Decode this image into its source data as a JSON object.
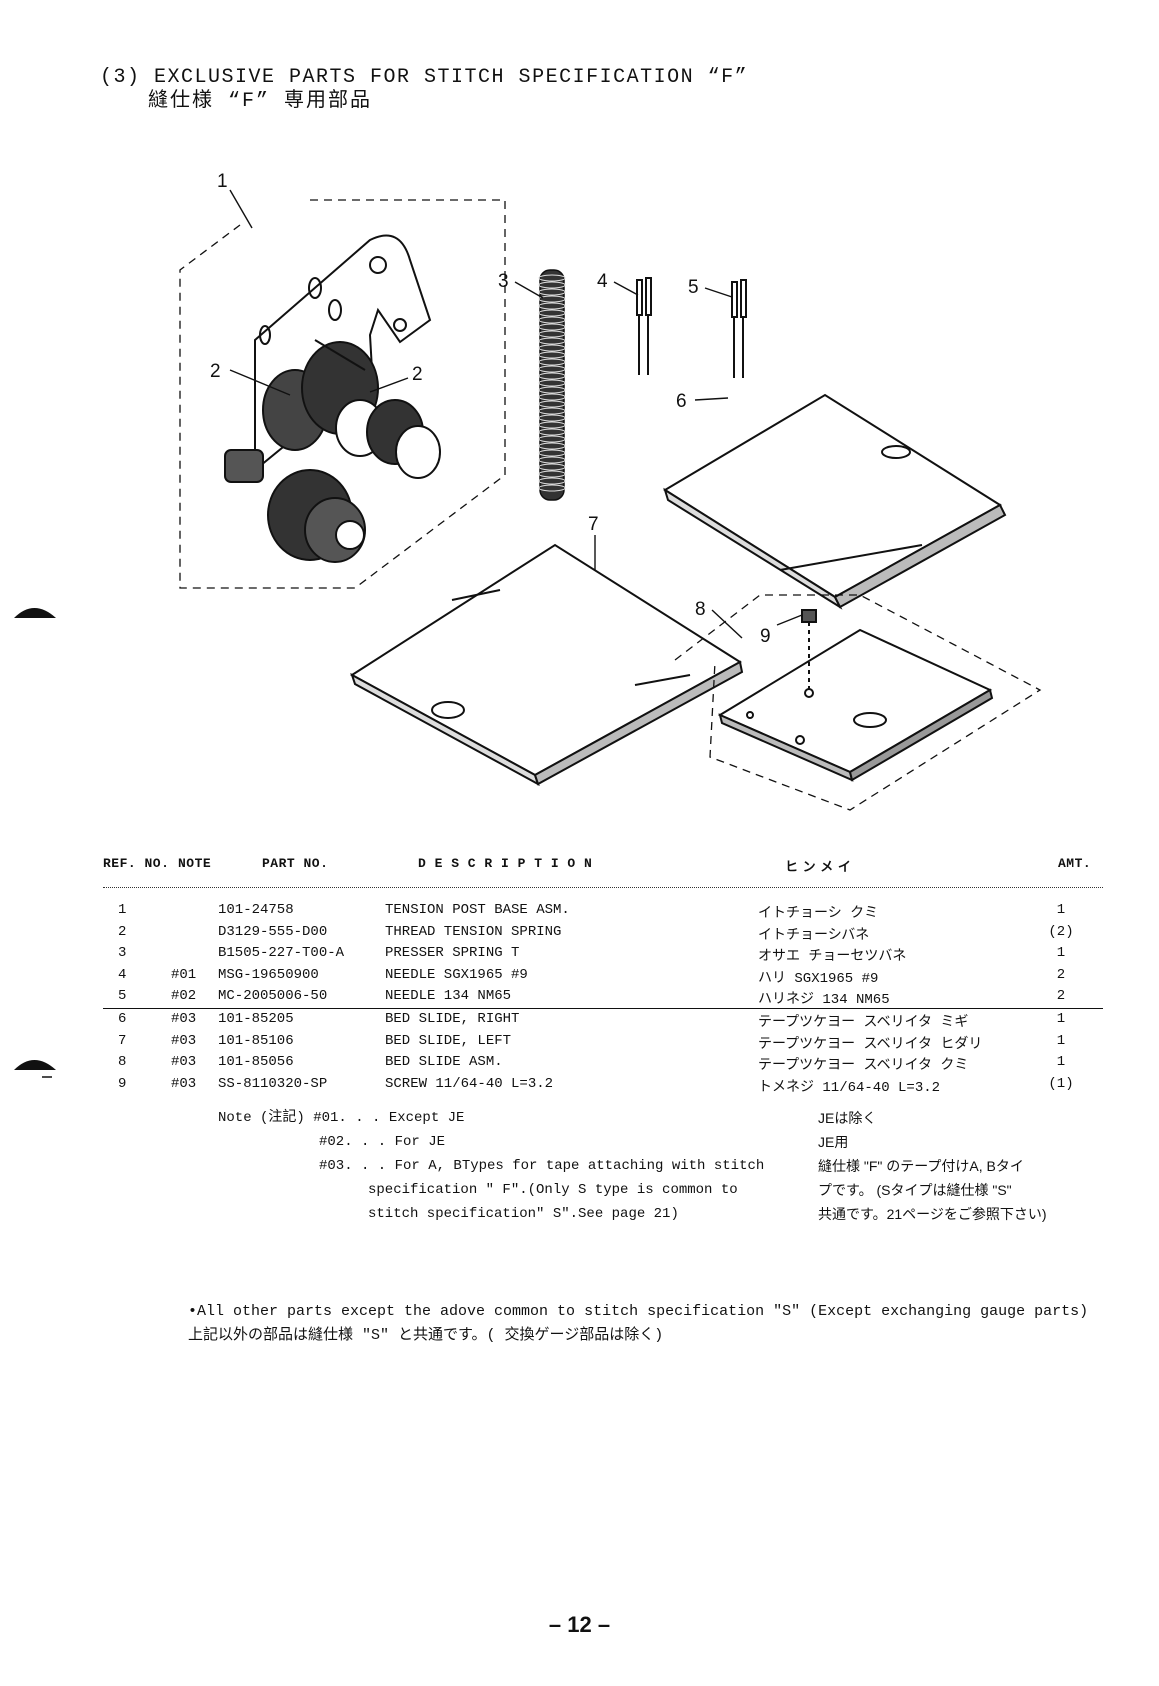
{
  "section": {
    "title": "(3) EXCLUSIVE PARTS FOR STITCH SPECIFICATION “F”",
    "title_jp": "縫仕様 “F” 専用部品"
  },
  "diagram": {
    "callouts": [
      "1",
      "2",
      "2",
      "3",
      "4",
      "5",
      "6",
      "7",
      "8",
      "9"
    ]
  },
  "table": {
    "headers": {
      "ref": "REF. NO.",
      "note": "NOTE",
      "part": "PART NO.",
      "desc": "D E S C R I P T I O N",
      "kana": "ヒ ン メ イ",
      "amt": "AMT."
    },
    "rows": [
      {
        "ref": "1",
        "note": "",
        "part": "101-24758",
        "desc": "TENSION POST BASE ASM.",
        "kana": "イトチョーシ クミ",
        "amt": "1"
      },
      {
        "ref": "2",
        "note": "",
        "part": "D3129-555-D00",
        "desc": "THREAD TENSION SPRING",
        "kana": "イトチョーシバネ",
        "amt": "(2)"
      },
      {
        "ref": "3",
        "note": "",
        "part": "B1505-227-T00-A",
        "desc": "PRESSER SPRING T",
        "kana": "オサエ チョーセツバネ",
        "amt": "1"
      },
      {
        "ref": "4",
        "note": "#01",
        "part": "MSG-19650900",
        "desc": "NEEDLE SGX1965 #9",
        "kana": "ハリ SGX1965 #9",
        "amt": "2"
      },
      {
        "ref": "5",
        "note": "#02",
        "part": "MC-2005006-50",
        "desc": "NEEDLE 134 NM65",
        "kana": "ハリネジ 134 NM65",
        "amt": "2"
      },
      {
        "ref": "6",
        "note": "#03",
        "part": "101-85205",
        "desc": "BED SLIDE, RIGHT",
        "kana": "テープツケヨー スベリイタ ミギ",
        "amt": "1"
      },
      {
        "ref": "7",
        "note": "#03",
        "part": "101-85106",
        "desc": "BED SLIDE, LEFT",
        "kana": "テープツケヨー スベリイタ ヒダリ",
        "amt": "1"
      },
      {
        "ref": "8",
        "note": "#03",
        "part": "101-85056",
        "desc": "BED SLIDE ASM.",
        "kana": "テープツケヨー スベリイタ クミ",
        "amt": "1"
      },
      {
        "ref": "9",
        "note": "#03",
        "part": "SS-8110320-SP",
        "desc": "SCREW 11/64-40 L=3.2",
        "kana": "トメネジ 11/64-40 L=3.2",
        "amt": "(1)"
      }
    ]
  },
  "notes": {
    "label": "Note (注記)",
    "n01": "#01. . . Except JE",
    "n02": "#02. . . For JE",
    "n03a": "#03. . . For A, BTypes for tape attaching with stitch",
    "n03b": "specification \" F\".(Only S type is common to",
    "n03c": "stitch specification\" S\".See page 21)",
    "jp01": "JEは除く",
    "jp02": "JE用",
    "jp03a": "縫仕様 \"F\" のテープ付けA, Bタイ",
    "jp03b": "プです。 (Sタイプは縫仕様 \"S\"",
    "jp03c": "共通です。21ページをご参照下さい)"
  },
  "footer": {
    "en": "•All other parts except the adove common to stitch specification \"S\" (Except exchanging gauge parts)",
    "jp": "上記以外の部品は縫仕様 \"S\" と共通です。( 交換ゲージ部品は除く)"
  },
  "page_number": "– 12 –"
}
